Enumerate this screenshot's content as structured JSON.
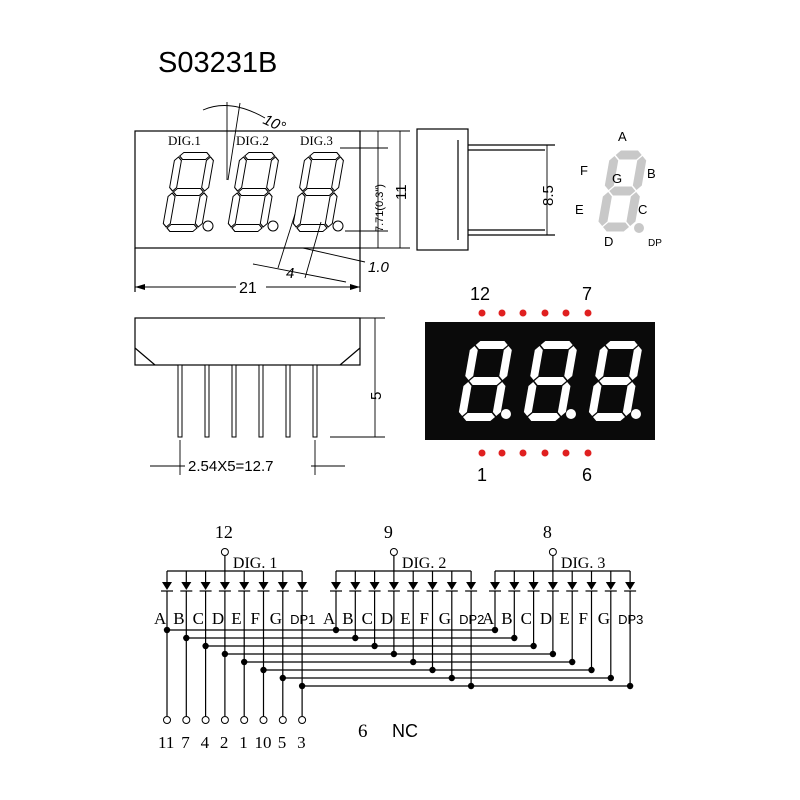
{
  "title": "S03231B",
  "front_view": {
    "digit_labels": [
      "DIG.1",
      "DIG.2",
      "DIG.3"
    ],
    "angle": "10°",
    "height_dim": "7.71(0.3\")",
    "total_height": "11",
    "pitch": "4",
    "segment_width": "1.0",
    "width": "21"
  },
  "side_view": {
    "pin_span": "8.5"
  },
  "segment_legend": {
    "labels": [
      "A",
      "B",
      "C",
      "D",
      "E",
      "F",
      "G",
      "DP"
    ]
  },
  "bottom_view": {
    "pin_length": "5",
    "pin_pitch": "2.54X5=12.7"
  },
  "pinout": {
    "top_left": "12",
    "top_right": "7",
    "bottom_left": "1",
    "bottom_right": "6"
  },
  "colors": {
    "pin_dot": "#e02020",
    "display_bg": "#0a0a0a",
    "legend_segment": "#c8c8c8"
  },
  "schematic": {
    "common_pins": [
      "12",
      "9",
      "8"
    ],
    "digit_names": [
      "DIG. 1",
      "DIG. 2",
      "DIG. 3"
    ],
    "segments": [
      [
        "A",
        "B",
        "C",
        "D",
        "E",
        "F",
        "G",
        "DP1"
      ],
      [
        "A",
        "B",
        "C",
        "D",
        "E",
        "F",
        "G",
        "DP2"
      ],
      [
        "A",
        "B",
        "C",
        "D",
        "E",
        "F",
        "G",
        "DP3"
      ]
    ],
    "segment_pins": [
      "11",
      "7",
      "4",
      "2",
      "1",
      "10",
      "5",
      "3"
    ],
    "nc_pin": "6",
    "nc_label": "NC"
  }
}
